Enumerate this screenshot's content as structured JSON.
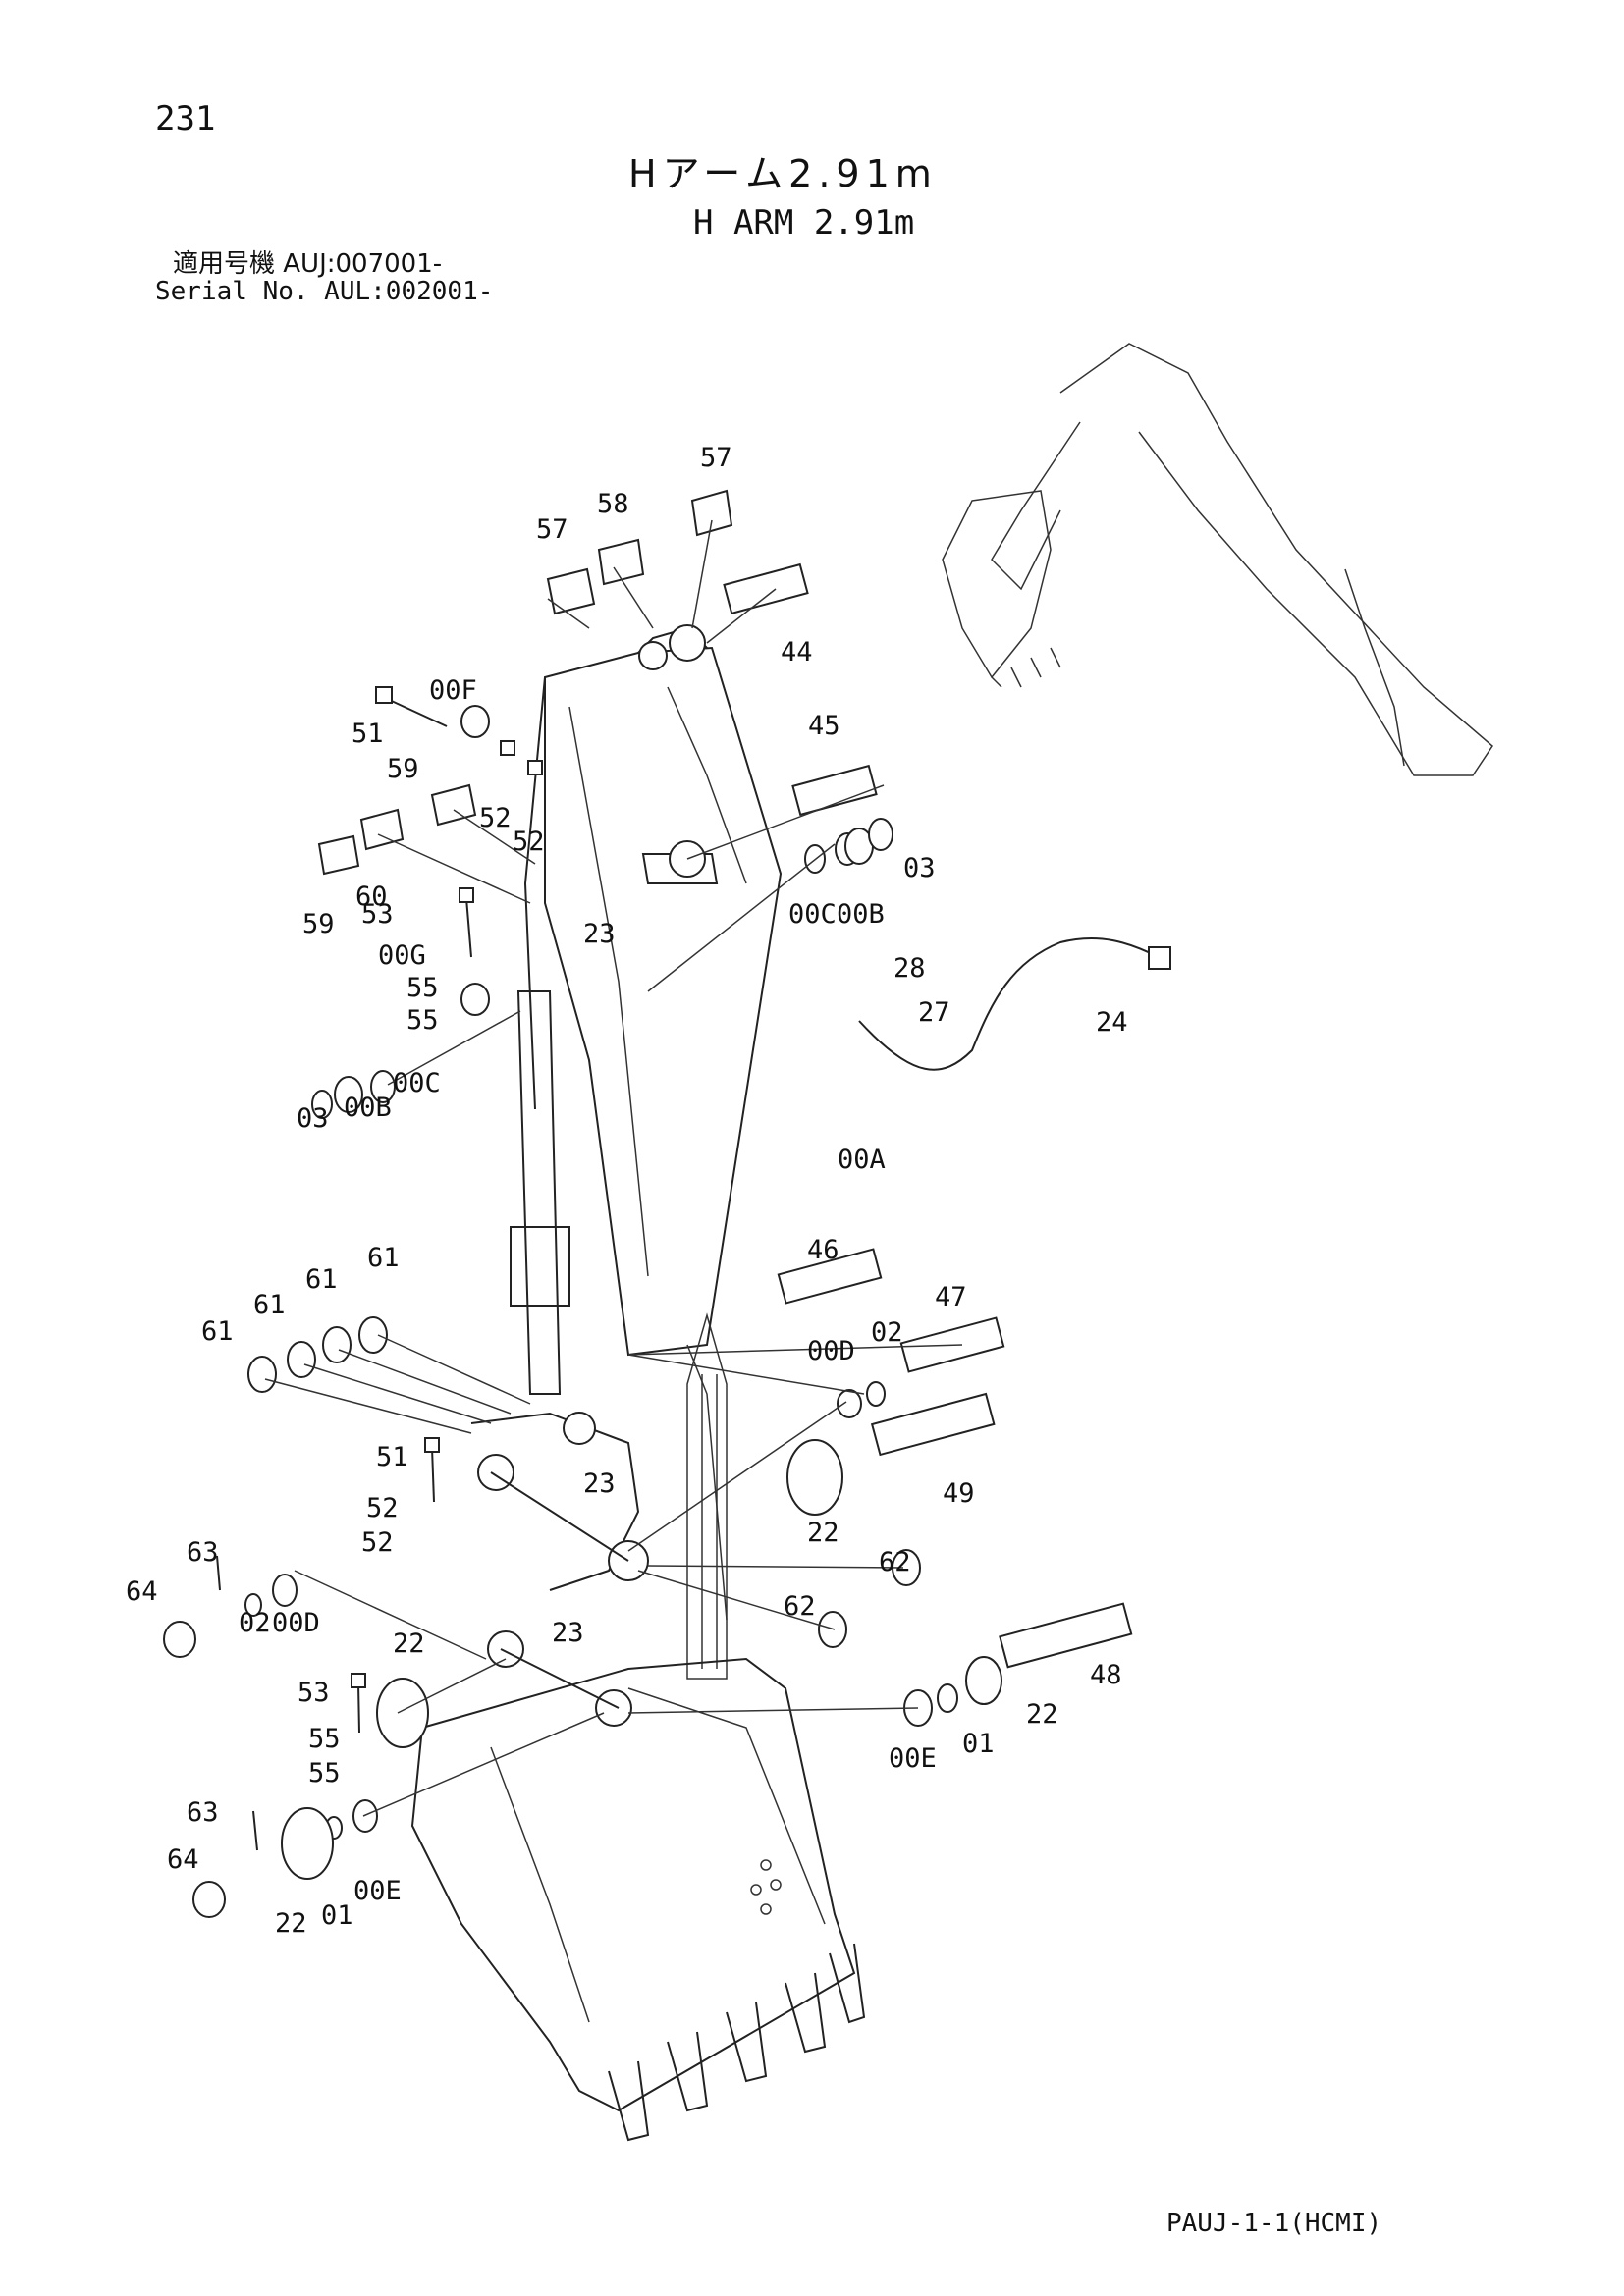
{
  "header": {
    "page_number": "231",
    "title_ja": "Hアーム2.91m",
    "title_en": "H ARM 2.91m",
    "serial_ja": "適用号機 AUJ:007001-",
    "serial_en": "Serial No. AUL:002001-"
  },
  "footer": {
    "code": "PAUJ-1-1(HCMI)"
  },
  "callouts": [
    "57",
    "58",
    "57",
    "44",
    "00F",
    "51",
    "52",
    "52",
    "59",
    "59",
    "60",
    "45",
    "00C",
    "00B",
    "03",
    "53",
    "23",
    "00G",
    "55",
    "55",
    "28",
    "27",
    "24",
    "03",
    "00B",
    "00C",
    "00A",
    "46",
    "47",
    "61",
    "61",
    "61",
    "61",
    "00D",
    "02",
    "51",
    "52",
    "52",
    "23",
    "22",
    "49",
    "63",
    "64",
    "02",
    "00D",
    "23",
    "62",
    "62",
    "22",
    "53",
    "55",
    "55",
    "48",
    "22",
    "01",
    "00E",
    "63",
    "64",
    "22",
    "01",
    "00E"
  ]
}
